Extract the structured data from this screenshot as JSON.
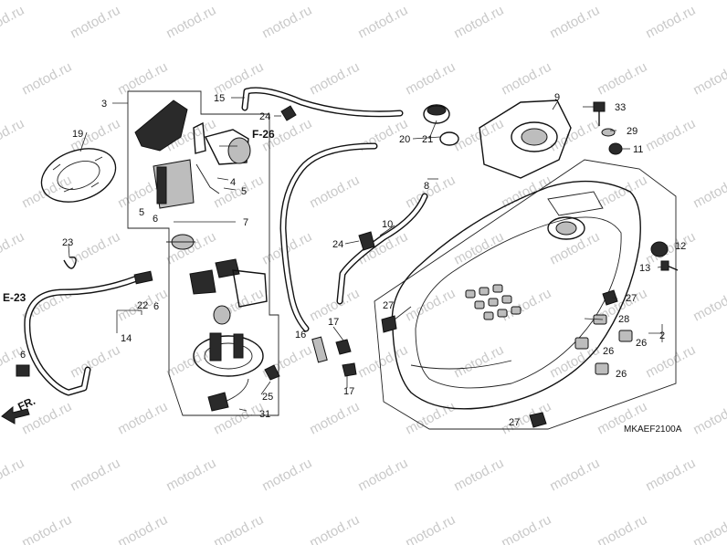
{
  "diagram": {
    "code": "MKAEF2100A",
    "watermark": "motod.ru",
    "part_numbers": [
      "2",
      "3",
      "4",
      "5",
      "5",
      "6",
      "6",
      "7",
      "8",
      "9",
      "10",
      "11",
      "12",
      "13",
      "14",
      "15",
      "16",
      "17",
      "17",
      "19",
      "20",
      "21",
      "22",
      "23",
      "24",
      "24",
      "25",
      "26",
      "26",
      "26",
      "27",
      "27",
      "27",
      "28",
      "29",
      "31",
      "33"
    ],
    "refs": {
      "f26": "F-26",
      "e23": "E-23",
      "fr": "FR."
    }
  }
}
